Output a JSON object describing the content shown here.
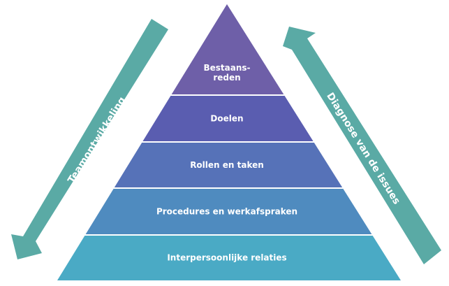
{
  "diagram": {
    "type": "pyramid",
    "layers": [
      {
        "lines": [
          "Bestaans-",
          "reden"
        ],
        "color": "#6e5fa8"
      },
      {
        "lines": [
          "Doelen"
        ],
        "color": "#5a5db0"
      },
      {
        "lines": [
          "Rollen en taken"
        ],
        "color": "#5672b8"
      },
      {
        "lines": [
          "Procedures en werkafspraken"
        ],
        "color": "#4f8bbf"
      },
      {
        "lines": [
          "Interpersoonlijke relaties"
        ],
        "color": "#4aaac5"
      }
    ],
    "arrows": [
      {
        "label": "Teamontwikkeling",
        "direction": "down",
        "color": "#5aaaa5"
      },
      {
        "label": "Diagnose van de issues",
        "direction": "up",
        "color": "#5aaaa5"
      }
    ]
  }
}
